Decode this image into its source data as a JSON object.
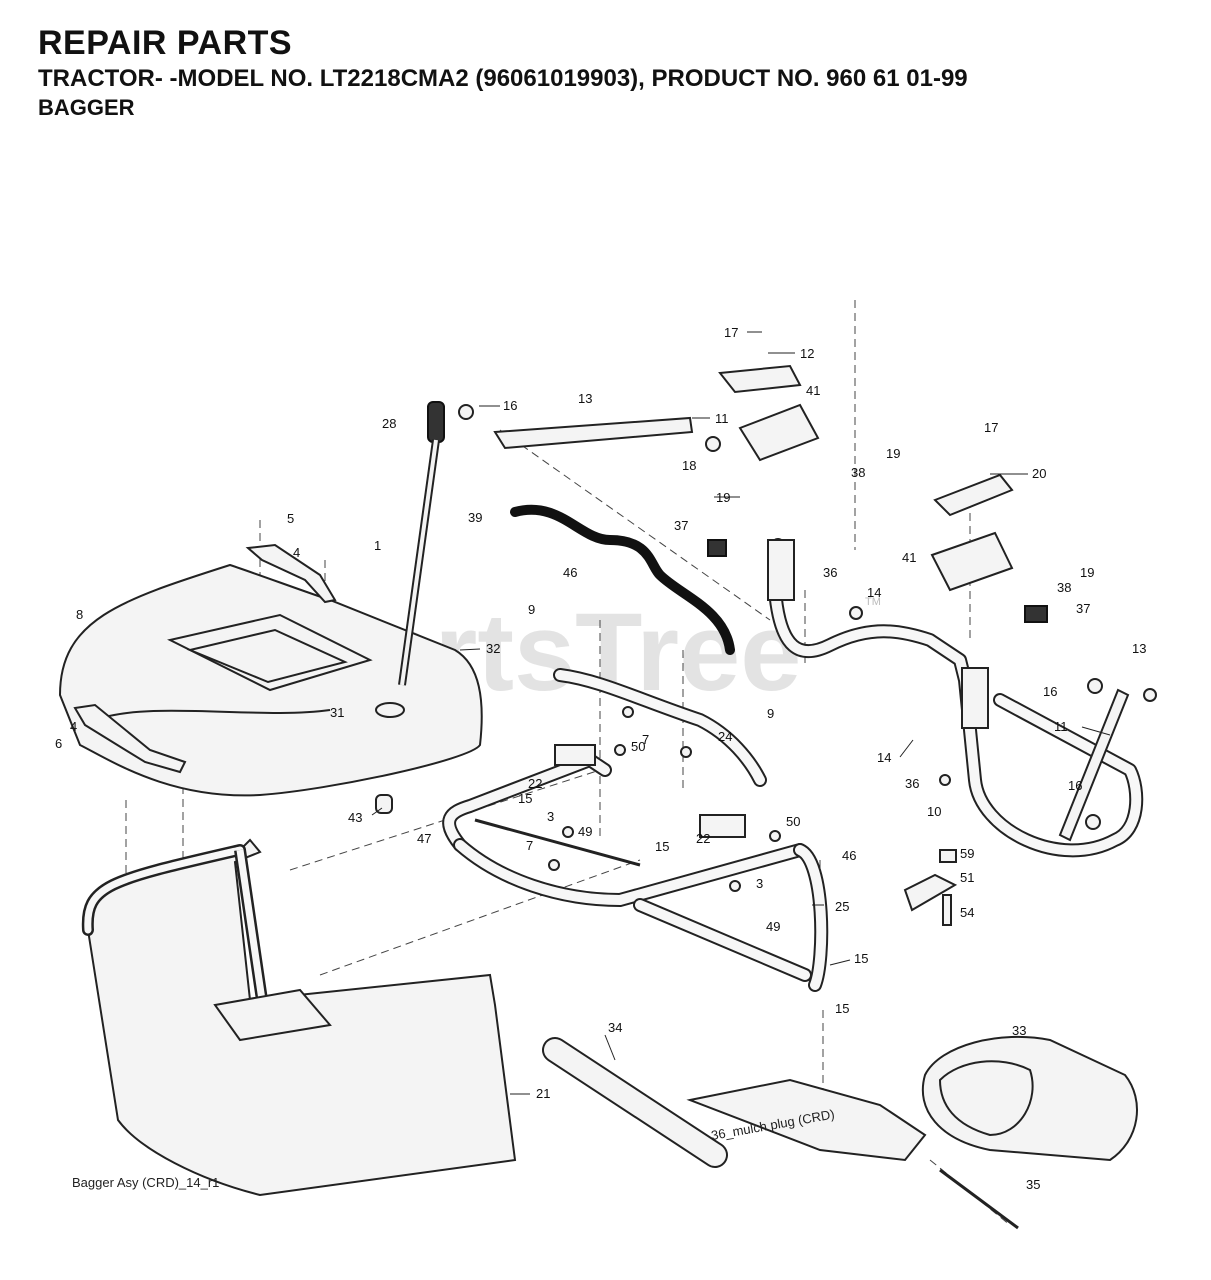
{
  "header": {
    "title": "REPAIR PARTS",
    "subtitle": "TRACTOR- -MODEL NO. LT2218CMA2 (96061019903), PRODUCT NO. 960 61 01-99",
    "section": "BAGGER"
  },
  "watermark": {
    "brand": "PartsTree",
    "tm": "TM"
  },
  "footer_caption": "Bagger Asy (CRD)_14_r1",
  "mulch_plug_label": "36_mulch plug (CRD)",
  "callouts": [
    "17",
    "12",
    "41",
    "16",
    "13",
    "11",
    "18",
    "28",
    "19",
    "38",
    "17",
    "20",
    "19",
    "39",
    "37",
    "41",
    "19",
    "5",
    "4",
    "1",
    "36",
    "14",
    "38",
    "37",
    "46",
    "8",
    "9",
    "32",
    "13",
    "16",
    "31",
    "24",
    "11",
    "7",
    "9",
    "4",
    "50",
    "14",
    "6",
    "22",
    "3",
    "15",
    "16",
    "36",
    "10",
    "43",
    "49",
    "47",
    "7",
    "22",
    "50",
    "46",
    "15",
    "59",
    "3",
    "25",
    "51",
    "49",
    "54",
    "15",
    "15",
    "33",
    "34",
    "21",
    "35"
  ]
}
